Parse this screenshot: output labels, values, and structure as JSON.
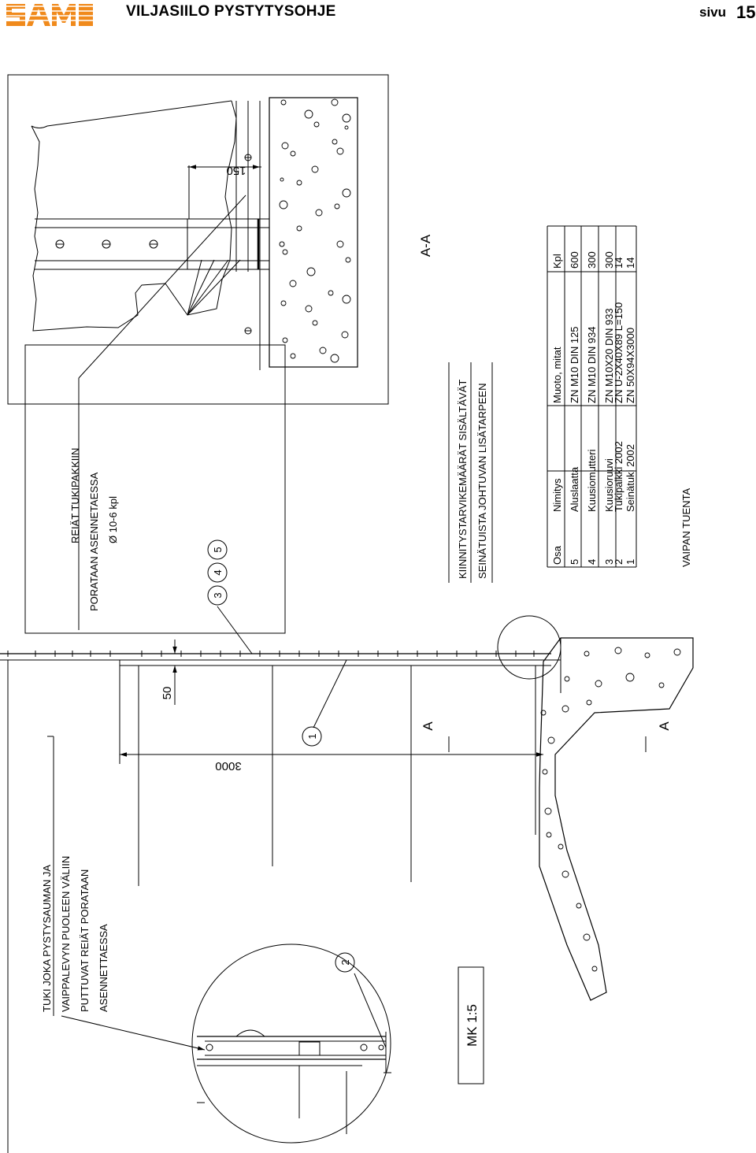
{
  "header": {
    "logo_text": "SAMI",
    "title": "VILJASIILO PYSTYTYSOHJE",
    "page_label": "sivu",
    "page_number": "15"
  },
  "colors": {
    "logo": "#f08a1c",
    "line": "#000000",
    "background": "#ffffff"
  },
  "notes": {
    "holes_line1": "REIÄT TUKIPAKKIIN",
    "holes_line2": "PORATAAN ASENNETAESSA",
    "holes_line3": "Ø 10-6 kpl",
    "support_line1": "TUKI JOKA PYSTYSAUMAN JA",
    "support_line2": "VAIPPALEVYN PUOLEEN VÄLIIN",
    "support_line3": "PUTTUVAT REIÄT PORATAAN",
    "support_line4": "ASENNETTAESSA",
    "fasteners_line1": "KIINNITYSTARVIKEMÄÄRÄT SISÄLTÄVÄT",
    "fasteners_line2": "SEINÄTUISTA JOHTUVAN LISÄTARPEEN",
    "section_view": "A-A",
    "section_mark_1": "A",
    "section_mark_2": "A",
    "scale": "MK 1:5",
    "assembly_title": "VAIPAN TUENTA"
  },
  "dimensions": {
    "d150": "150",
    "d50": "50",
    "d3000": "3000"
  },
  "balloons": {
    "b1": "1",
    "b2": "2",
    "b3": "3",
    "b4": "4",
    "b5": "5"
  },
  "parts_table": {
    "headers": [
      "Osa",
      "Nimitys",
      "Muoto, mitat",
      "Kpl"
    ],
    "rows": [
      [
        "5",
        "Aluslaatta",
        "ZN M10 DIN 125",
        "600"
      ],
      [
        "4",
        "Kuusiomutteri",
        "ZN M10 DIN 934",
        "300"
      ],
      [
        "3",
        "Kuusioruuvi",
        "ZN M10X20 DIN 933",
        "300"
      ],
      [
        "2",
        "Tukipalkki 2002",
        "ZN U-2X40X89 L=150",
        "14"
      ],
      [
        "1",
        "Seinätuki 2002",
        "ZN 50X94X3000",
        "14"
      ]
    ]
  }
}
